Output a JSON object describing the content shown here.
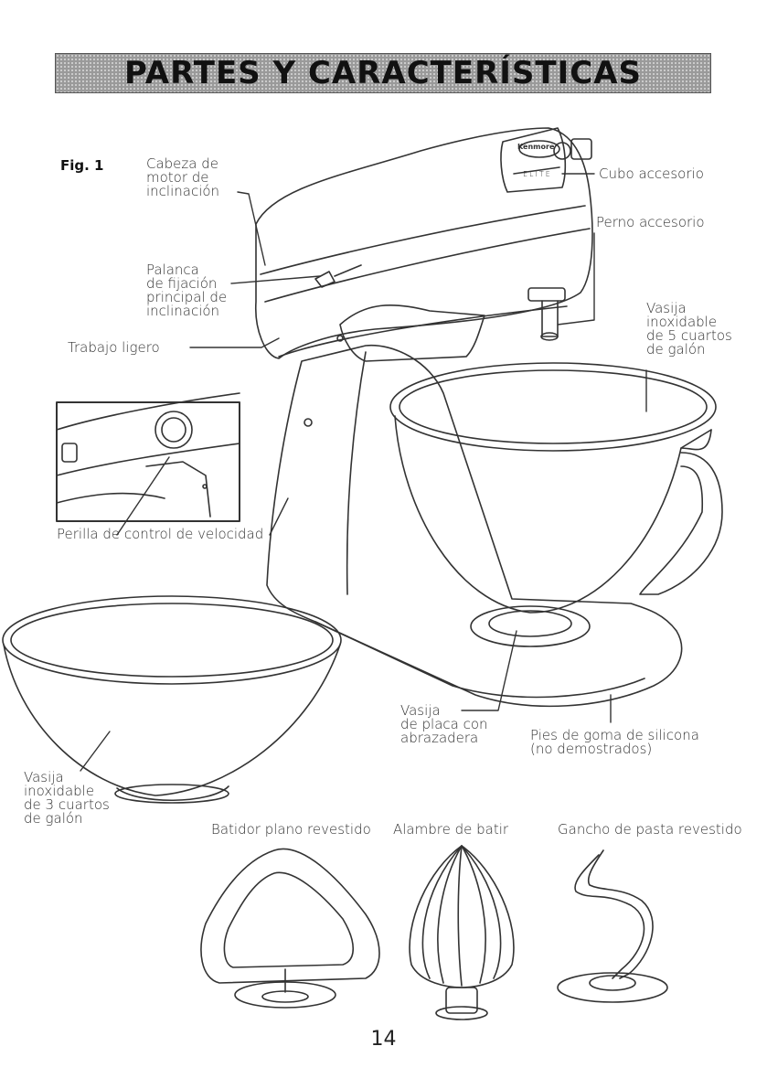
{
  "header": {
    "title": "PARTES Y CARACTERÍSTICAS"
  },
  "figure_label": "Fig. 1",
  "labels": {
    "tilt_head": [
      "Cabeza de",
      "motor de",
      "inclinación"
    ],
    "lock_lever": [
      "Palanca",
      "de fijación",
      "principal de",
      "inclinación"
    ],
    "light_duty": "Trabajo ligero",
    "accessory_hub": "Cubo accesorio",
    "accessory_pin": "Perno accesorio",
    "bowl_5qt": [
      "Vasija",
      "inoxidable",
      "de 5 cuartos",
      "de galón"
    ],
    "speed_knob": "Perilla de control de velocidad",
    "clamp_plate": [
      "Vasija",
      "de placa con",
      "abrazadera"
    ],
    "rubber_feet": [
      "Pies de goma de silicona",
      "(no demostrados)"
    ],
    "bowl_3qt": [
      "Vasija",
      "inoxidable",
      "de 3 cuartos",
      "de galón"
    ],
    "flat_beater": "Batidor plano revestido",
    "wire_whip": "Alambre de batir",
    "dough_hook": "Gancho de pasta revestido"
  },
  "brand": {
    "logo": "Kenmore",
    "model": "ELITE"
  },
  "page_number": "14"
}
